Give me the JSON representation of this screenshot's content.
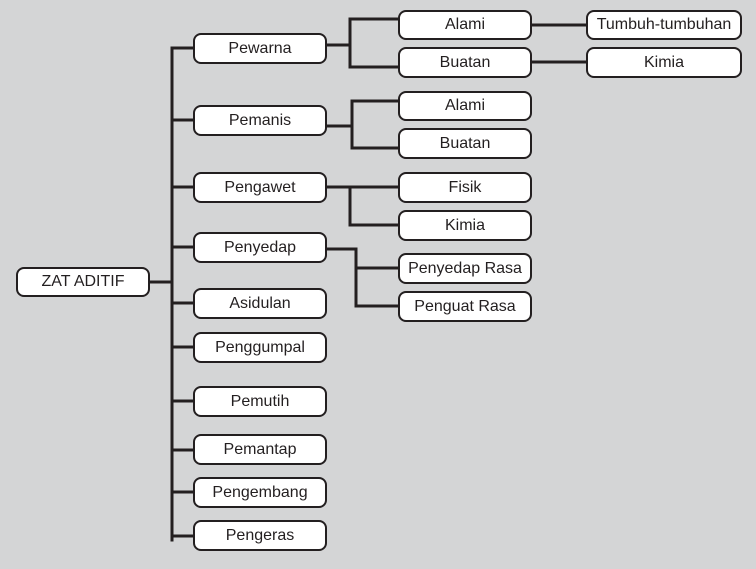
{
  "root": {
    "label": "ZAT ADITIF"
  },
  "categories": [
    {
      "label": "Pewarna",
      "children": [
        {
          "label": "Alami",
          "children": [
            {
              "label": "Tumbuh-tumbuhan"
            }
          ]
        },
        {
          "label": "Buatan",
          "children": [
            {
              "label": "Kimia"
            }
          ]
        }
      ]
    },
    {
      "label": "Pemanis",
      "children": [
        {
          "label": "Alami"
        },
        {
          "label": "Buatan"
        }
      ]
    },
    {
      "label": "Pengawet",
      "children": [
        {
          "label": "Fisik"
        },
        {
          "label": "Kimia"
        }
      ]
    },
    {
      "label": "Penyedap",
      "children": [
        {
          "label": "Penyedap Rasa"
        },
        {
          "label": "Penguat Rasa"
        }
      ]
    },
    {
      "label": "Asidulan"
    },
    {
      "label": "Penggumpal"
    },
    {
      "label": "Pemutih"
    },
    {
      "label": "Pemantap"
    },
    {
      "label": "Pengembang"
    },
    {
      "label": "Pengeras"
    }
  ]
}
